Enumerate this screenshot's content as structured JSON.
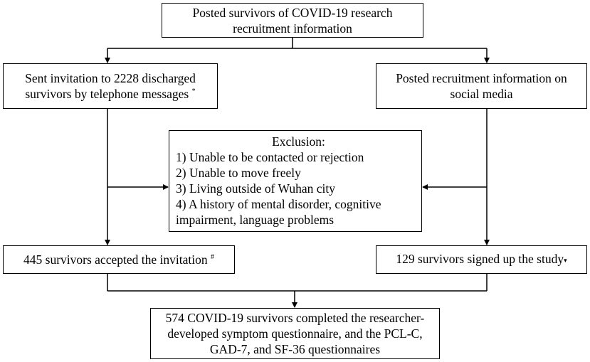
{
  "flowchart": {
    "top": {
      "lines": [
        "Posted survivors of  COVID-19 research",
        "recruitment information"
      ]
    },
    "left_invite": {
      "lines": [
        "Sent invitation to 2228  discharged",
        "survivors by telephone messages"
      ],
      "mark": "*"
    },
    "right_social": {
      "lines": [
        "Posted recruitment information on",
        "social media"
      ]
    },
    "exclusion": {
      "title": "Exclusion:",
      "items": [
        "1) Unable to be contacted or  rejection",
        "2) Unable to move freely",
        "3) Living outside of Wuhan city",
        "4) A history of mental disorder, cognitive",
        "impairment, language problems"
      ]
    },
    "left_accepted": {
      "text": "445 survivors accepted the  invitation",
      "mark": "#"
    },
    "right_signed": {
      "text": "129 survivors signed up the study",
      "mark": "▾"
    },
    "final": {
      "lines": [
        "574 COVID-19 survivors completed  the researcher-",
        "developed symptom questionnaire, and the PCL-C,",
        "GAD-7, and SF-36 questionnaires"
      ]
    }
  },
  "colors": {
    "line": "#000000",
    "background": "#ffffff"
  }
}
